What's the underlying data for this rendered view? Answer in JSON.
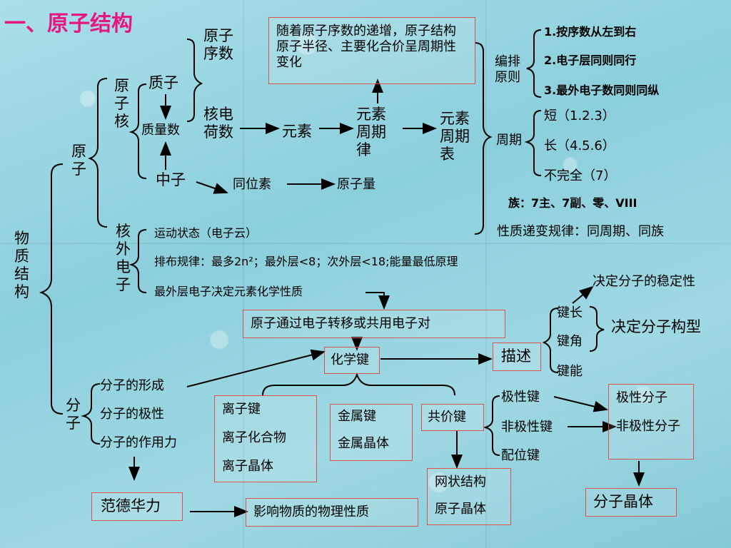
{
  "title": "一、原子结构",
  "root": "物质结构",
  "atom": "原子",
  "nucleus": "原子核",
  "proton": "质子",
  "mass_number": "质量数",
  "neutron": "中子",
  "atomic_number": "原子序数",
  "nuclear_charge": "核电荷数",
  "element": "元素",
  "periodic_law": "元素周期律",
  "periodic_table": "元素周期表",
  "law_note": "随着原子序数的递增，原子结构 原子半径、主要化合价呈周期性变化",
  "isotope": "同位素",
  "atomic_mass": "原子量",
  "arrangement": "编排原则",
  "rule1": "1.按序数从左到右",
  "rule2": "2.电子层同则同行",
  "rule3": "3.最外电子数同则同纵",
  "period": "周期",
  "short_period": "短（1.2.3）",
  "long_period": "长（4.5.6）",
  "incomplete_period": "不完全（7）",
  "groups": "族：7主、7副、零、VIII",
  "property_trend": "性质递变规律：同周期、同族",
  "outer_electrons": "核外电子",
  "motion_state": "运动状态（电子云）",
  "distribution_rule": "排布规律：最多2n²；最外层<8；次外层<18;能量最低原理",
  "outermost_note": "最外层电子决定元素化学性质",
  "bond_formation": "原子通过电子转移或共用电子对",
  "chemical_bond": "化学键",
  "describe": "描述",
  "bond_length": "键长",
  "bond_angle": "键角",
  "bond_energy": "键能",
  "stability": "决定分子的稳定性",
  "geometry": "决定分子构型",
  "molecule": "分子",
  "mol_formation": "分子的形成",
  "mol_polarity": "分子的极性",
  "mol_force": "分子的作用力",
  "ionic": [
    "离子键",
    "离子化合物",
    "离子晶体"
  ],
  "metallic": [
    "金属键",
    "金属晶体"
  ],
  "covalent": "共价键",
  "polar_bond": "极性键",
  "nonpolar_bond": "非极性键",
  "coordinate_bond": "配位键",
  "polar_molecule": "极性分子",
  "nonpolar_molecule": "非极性分子",
  "network": [
    "网状结构",
    "原子晶体"
  ],
  "molecular_crystal": "分子晶体",
  "vdw": "范德华力",
  "physical_props": "影响物质的物理性质"
}
